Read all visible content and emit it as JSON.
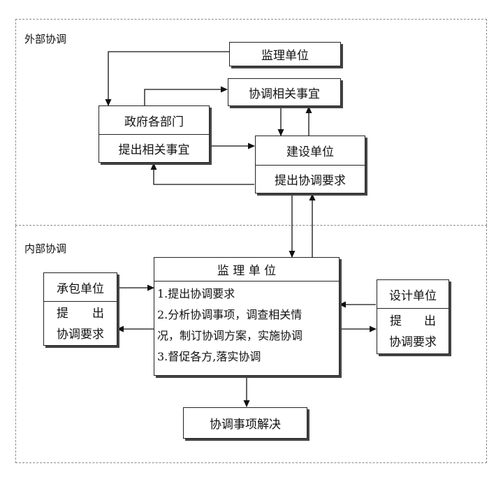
{
  "regions": {
    "external_label": "外部协调",
    "internal_label": "内部协调"
  },
  "nodes": {
    "jianli_top": "监理单位",
    "xietiao_shiyi": "协调相关事宜",
    "zhengfu": {
      "title": "政府各部门",
      "body": "提出相关事宜"
    },
    "jianshe": {
      "title": "建设单位",
      "body": "提出协调要求"
    },
    "jianli_main": {
      "title": "监 理 单 位",
      "items": [
        "1.提出协调要求",
        "2.分析协调事项，调查相关情",
        "况，制订协调方案，实施协调",
        "3.督促各方,落实协调"
      ]
    },
    "chengbao": {
      "title": "承包单位",
      "body_ti": "提",
      "body_chu": "出",
      "body_line2": "协调要求"
    },
    "sheji": {
      "title": "设计单位",
      "body_ti": "提",
      "body_chu": "出",
      "body_line2": "协调要求"
    },
    "jiejue": "协调事项解决"
  },
  "colors": {
    "line": "#111111",
    "region_border": "#8a8a8a",
    "shadow": "#444444"
  }
}
